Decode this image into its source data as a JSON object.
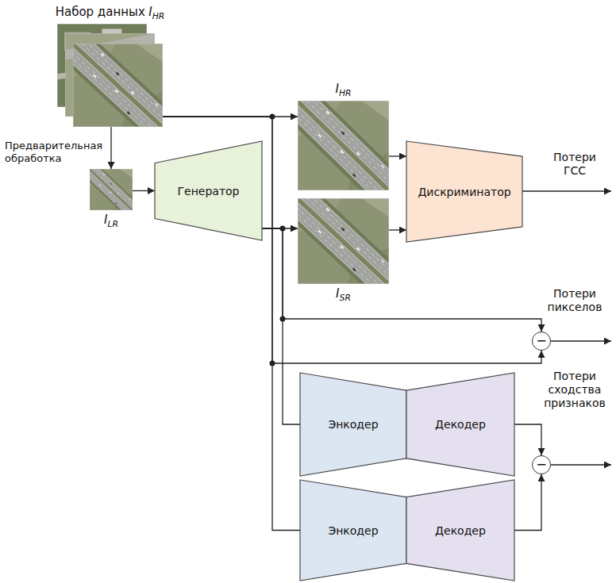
{
  "diagram": {
    "nodes": [
      {
        "text": [
          "Набор данных",
          "I",
          "HR"
        ]
      },
      {
        "text": [
          "I",
          "LR"
        ]
      },
      {
        "text": [
          "Генератор"
        ]
      },
      {
        "text": [
          "I",
          "HR"
        ]
      },
      {
        "text": [
          "I",
          "SR"
        ]
      },
      {
        "text": [
          "Дискриминатор"
        ]
      },
      {
        "text": [
          "Энкодер"
        ]
      },
      {
        "text": [
          "Декодер"
        ]
      },
      {
        "text": [
          "Энкодер"
        ]
      },
      {
        "text": [
          "Декодер"
        ]
      },
      {
        "text": [
          "−"
        ]
      },
      {
        "text": [
          "−"
        ]
      }
    ],
    "edges": [
      {
        "from": 0,
        "to": 1,
        "arrow": "to",
        "label": "Предварительная обработка"
      },
      {
        "from": 1,
        "to": 2,
        "arrow": "to"
      },
      {
        "from": 0,
        "to": 3,
        "arrow": "to"
      },
      {
        "from": 0,
        "to": 10,
        "arrow": "to"
      },
      {
        "from": 0,
        "to": 8,
        "arrow": "none"
      },
      {
        "from": 2,
        "to": 4,
        "arrow": "to"
      },
      {
        "from": 2,
        "to": 10,
        "arrow": "to"
      },
      {
        "from": 2,
        "to": 6,
        "arrow": "none"
      },
      {
        "from": 3,
        "to": 5,
        "arrow": "to"
      },
      {
        "from": 4,
        "to": 5,
        "arrow": "to"
      },
      {
        "from": 7,
        "to": 11,
        "arrow": "to"
      },
      {
        "from": 9,
        "to": 11,
        "arrow": "to"
      }
    ],
    "labels": [
      "Потери ГСС",
      "Потери пикселов",
      "Потери сходства признаков"
    ]
  }
}
